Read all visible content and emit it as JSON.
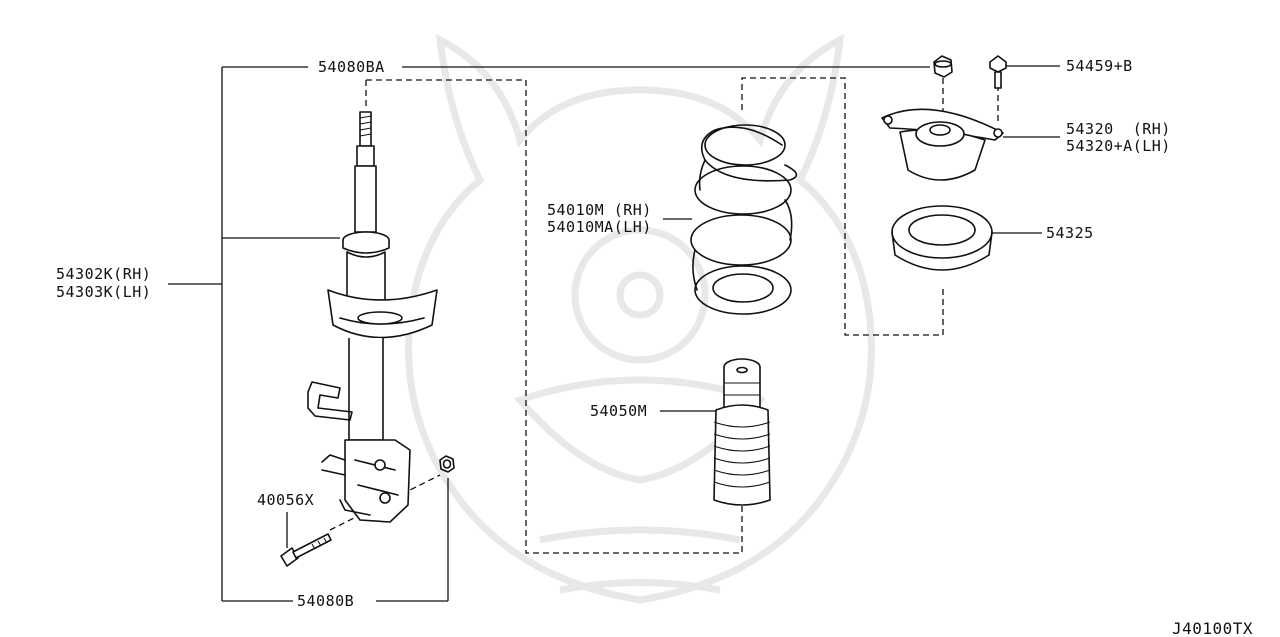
{
  "diagram_code": "J40100TX",
  "callouts": {
    "bracket_bolt": "54080BA",
    "strut_rh": "54302K(RH)",
    "strut_lh": "54303K(LH)",
    "bolt": "40056X",
    "nut_bottom": "54080B",
    "coil_spring_rh": "54010M (RH)",
    "coil_spring_lh": "54010MA(LH)",
    "bound_bumper": "54050M",
    "mount_bolt": "54459+B",
    "mount_insulator_rh": "54320  (RH)",
    "mount_insulator_lh": "54320+A(LH)",
    "mount_bearing": "54325"
  }
}
